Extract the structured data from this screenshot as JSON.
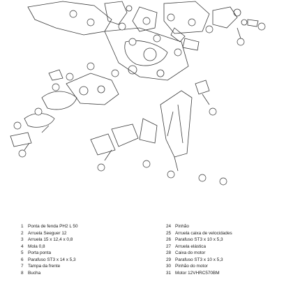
{
  "parts_left": [
    {
      "num": "1",
      "desc": "Ponta de fenda PH2 L 50"
    },
    {
      "num": "2",
      "desc": "Arruela Seeguer 12"
    },
    {
      "num": "3",
      "desc": "Arruela 15 x 12,4 x 0,8"
    },
    {
      "num": "4",
      "desc": "Mola 0,8"
    },
    {
      "num": "5",
      "desc": "Porta ponta"
    },
    {
      "num": "6",
      "desc": "Parafuso ST3 x 14 x 5,3"
    },
    {
      "num": "7",
      "desc": "Tampa da frente"
    },
    {
      "num": "8",
      "desc": "Bucha"
    }
  ],
  "parts_right": [
    {
      "num": "24",
      "desc": "Pinhão"
    },
    {
      "num": "25",
      "desc": "Arruela caixa de velocidades"
    },
    {
      "num": "26",
      "desc": "Parafuso ST3 x 10 x 5,3"
    },
    {
      "num": "27",
      "desc": "Arruela elástica"
    },
    {
      "num": "28",
      "desc": "Caixa do motor"
    },
    {
      "num": "29",
      "desc": "Parafuso ST3 x 10 x 5,3"
    },
    {
      "num": "30",
      "desc": "Pinhão do motor"
    },
    {
      "num": "31",
      "desc": "Motor 12VHRC570BM"
    }
  ],
  "colors": {
    "line": "#3a3a3a",
    "text": "#1a1a1a"
  }
}
